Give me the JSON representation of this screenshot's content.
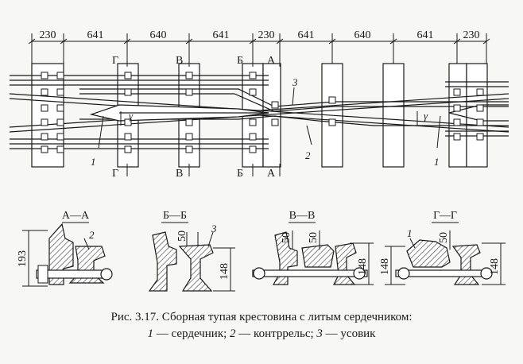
{
  "figure": {
    "dimensions": [
      "230",
      "641",
      "640",
      "641",
      "230",
      "641",
      "640",
      "641",
      "230"
    ],
    "section_marks_top": [
      "Г",
      "В",
      "Б",
      "А"
    ],
    "section_marks_bottom": [
      "Г",
      "В",
      "Б",
      "А"
    ],
    "callouts": {
      "n1_left": "1",
      "n2": "2",
      "n3": "3",
      "n1_right": "1"
    },
    "angle_symbol": "γ",
    "sections": [
      {
        "title": "А—А",
        "callout": "2",
        "dims": [
          "193"
        ]
      },
      {
        "title": "Б—Б",
        "callout": "3",
        "dims": [
          "50",
          "148"
        ]
      },
      {
        "title": "В—В",
        "callout": "",
        "dims": [
          "50",
          "50",
          "148"
        ]
      },
      {
        "title": "Г—Г",
        "callout": "1",
        "dims": [
          "50",
          "148",
          "148"
        ]
      }
    ]
  },
  "caption": {
    "line1": "Рис. 3.17. Сборная тупая крестовина с литым сердечником:",
    "n1": "1",
    "t1": " — сердечник; ",
    "n2": "2",
    "t2": " — контррельс; ",
    "n3": "3",
    "t3": " — усовик"
  },
  "colors": {
    "ink": "#1a1a1a",
    "paper": "#f7f7f5",
    "sleeper": "#ffffff",
    "hatch": "#444444"
  }
}
